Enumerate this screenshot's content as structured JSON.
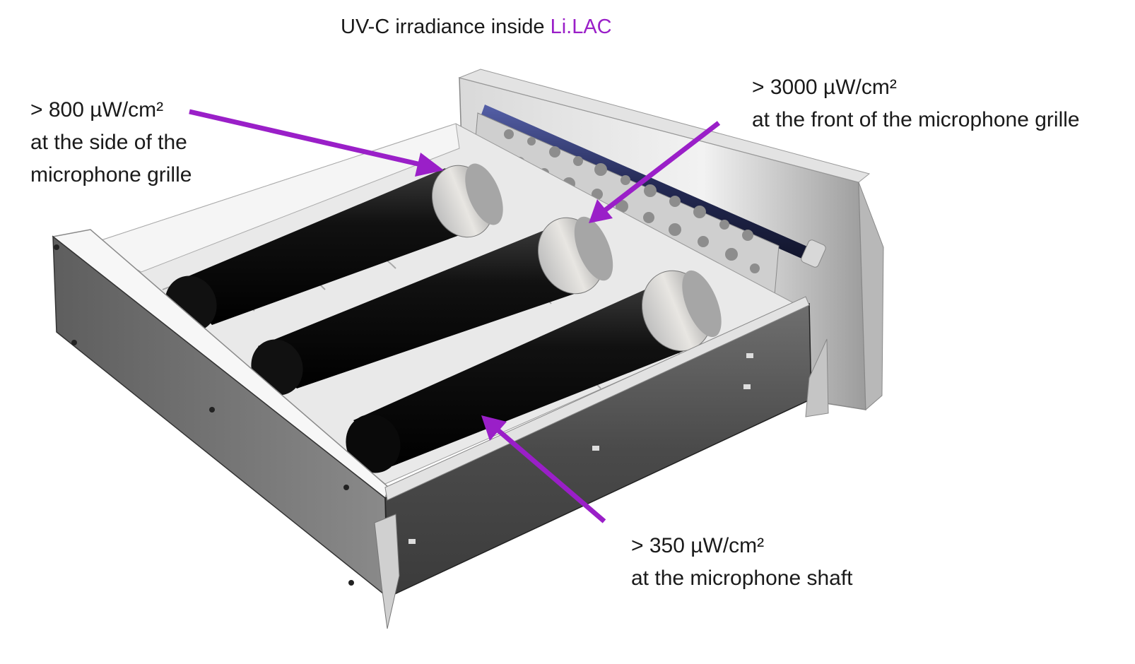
{
  "title": {
    "prefix": "UV-C irradiance inside ",
    "brand": "Li.LAC"
  },
  "colors": {
    "accent": "#9a1fc8",
    "text": "#1a1a1a"
  },
  "annotations": {
    "side": {
      "value": "> 800 µW/cm²",
      "line1": "at the side of the",
      "line2": "microphone grille"
    },
    "front": {
      "value": "> 3000 µW/cm²",
      "line1": "at the front of the microphone grille"
    },
    "shaft": {
      "value": "> 350 µW/cm²",
      "line1": "at the microphone shaft"
    }
  }
}
